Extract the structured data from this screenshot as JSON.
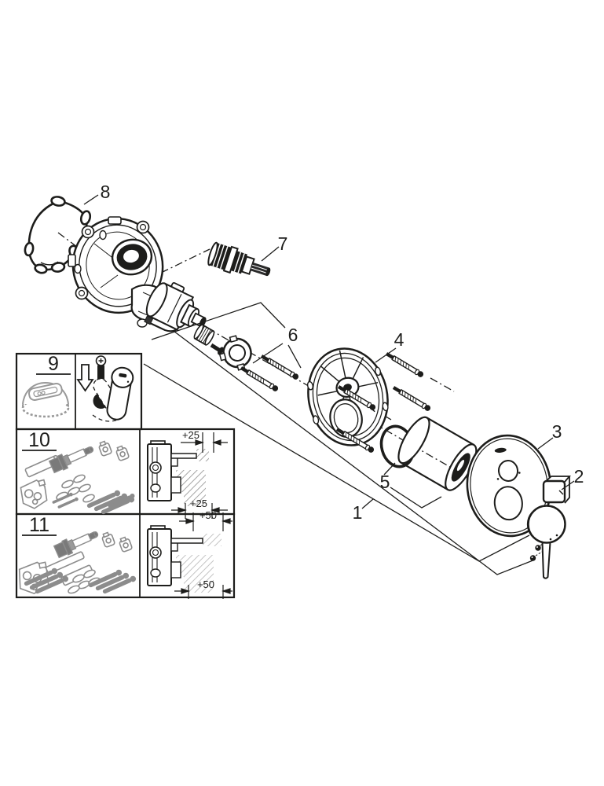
{
  "figure": {
    "type": "exploded-parts-diagram",
    "background": "#ffffff",
    "line_color": "#1d1d1b",
    "kit_gray": "#8c8c8c"
  },
  "callouts": {
    "trim_set": "1",
    "adapter_cube": "2",
    "escutcheon": "3",
    "mounting_plate": "4",
    "sleeve_kit": "5",
    "adapter_kit": "6",
    "cartridge": "7",
    "gasket": "8",
    "cap_kit": "9",
    "extension_kit_25": "10",
    "extension_kit_50": "11"
  },
  "dimension_labels": {
    "kit10_top": "+25",
    "kit10_bottom": "+25",
    "kit11_top": "+50",
    "kit11_bottom": "+50"
  },
  "icons": {
    "thermometer": "thermometer-icon",
    "arrow_down": "arrow-down-icon",
    "lever_handle": "lever-handle-icon"
  }
}
